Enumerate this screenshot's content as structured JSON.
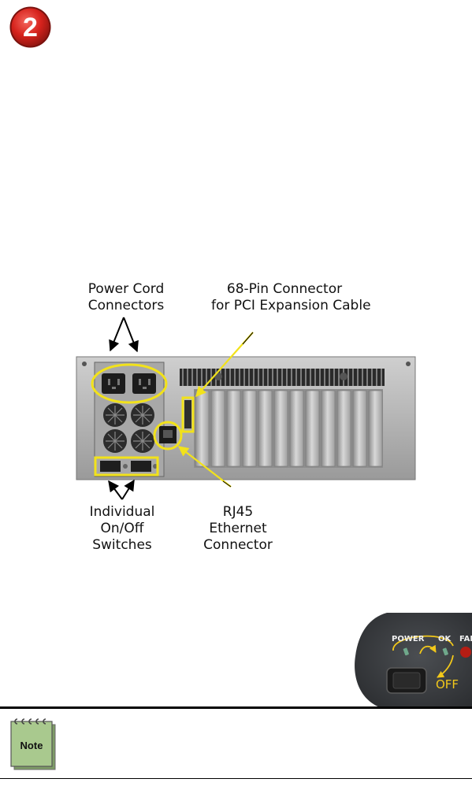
{
  "step": {
    "number": "2"
  },
  "figure": {
    "callouts": {
      "power_cord": [
        "Power Cord",
        "Connectors"
      ],
      "pci_connector": [
        "68-Pin Connector",
        "for PCI Expansion Cable"
      ],
      "switches": [
        "Individual",
        "On/Off",
        "Switches"
      ],
      "ethernet": [
        "RJ45",
        "Ethernet",
        "Connector"
      ]
    }
  },
  "led_panel": {
    "labels": {
      "power": "POWER",
      "ok": "OK",
      "fan": "FAN"
    },
    "off_label": "OFF"
  },
  "note": {
    "label": "Note"
  },
  "colors": {
    "badge_red": "#d6221c",
    "callout_yellow": "#f2e21a",
    "panel_dark": "#3b3e42",
    "note_green": "#a9c98e"
  }
}
